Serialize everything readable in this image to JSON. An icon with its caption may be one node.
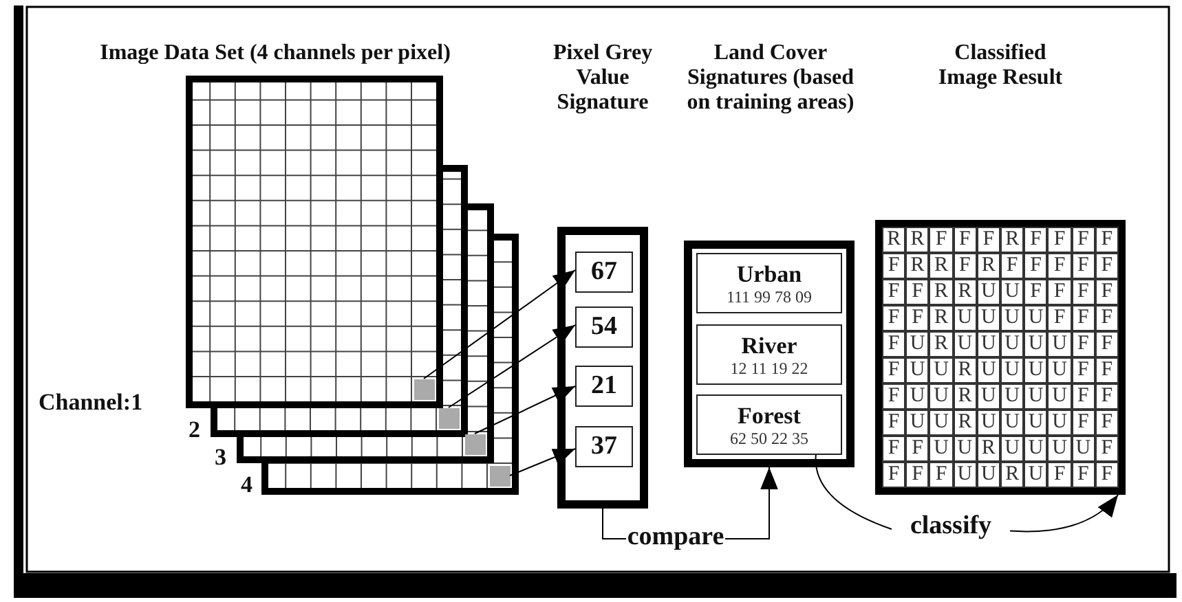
{
  "diagram": {
    "nodes": [
      {
        "text": [],
        "shape": "box"
      },
      {
        "text": [],
        "shape": "box"
      },
      {
        "text": [],
        "shape": "box"
      },
      {
        "text": [],
        "shape": "box"
      },
      {
        "text": [],
        "shape": "box"
      },
      {
        "text": [
          "67"
        ],
        "in": 4
      },
      {
        "text": [
          "54"
        ],
        "in": 4
      },
      {
        "text": [
          "21"
        ],
        "in": 4
      },
      {
        "text": [
          "37"
        ],
        "in": 4
      },
      {
        "text": [],
        "shape": "box"
      },
      {
        "text": [
          "Urban",
          "111 99 78 09"
        ],
        "in": 9
      },
      {
        "text": [
          "River",
          "12 11 19 22"
        ],
        "in": 9
      },
      {
        "text": [
          "Forest",
          "62 50 22 35"
        ],
        "in": 9
      },
      {
        "text": [],
        "shape": "box"
      },
      {
        "text": [
          "compare"
        ]
      },
      {
        "text": [
          "classify"
        ]
      }
    ],
    "edges": [
      {
        "from": 0,
        "to": 5,
        "arrow": "to"
      },
      {
        "from": 1,
        "to": 6,
        "arrow": "to"
      },
      {
        "from": 2,
        "to": 7,
        "arrow": "to"
      },
      {
        "from": 3,
        "to": 8,
        "arrow": "to"
      },
      {
        "from": 4,
        "to": 14,
        "arrow": "none"
      },
      {
        "from": 14,
        "to": 9,
        "arrow": "to"
      },
      {
        "from": 12,
        "to": 15,
        "arrow": "none"
      },
      {
        "from": 15,
        "to": 13,
        "arrow": "to"
      }
    ],
    "labels": [
      "Image Data Set (4 channels per pixel)",
      "Pixel Grey Value Signature",
      "Land Cover Signatures (based on training areas)",
      "Classified Image Result",
      "Channel:1",
      "2",
      "3",
      "4",
      "R",
      "R",
      "F",
      "F",
      "F",
      "R",
      "F",
      "F",
      "F",
      "F",
      "F",
      "R",
      "R",
      "F",
      "R",
      "F",
      "F",
      "F",
      "F",
      "F",
      "F",
      "F",
      "R",
      "R",
      "U",
      "U",
      "F",
      "F",
      "F",
      "F",
      "F",
      "F",
      "R",
      "U",
      "U",
      "U",
      "U",
      "F",
      "F",
      "F",
      "F",
      "U",
      "R",
      "U",
      "U",
      "U",
      "U",
      "U",
      "F",
      "F",
      "F",
      "U",
      "U",
      "R",
      "U",
      "U",
      "U",
      "U",
      "F",
      "F",
      "F",
      "U",
      "U",
      "R",
      "U",
      "U",
      "U",
      "U",
      "F",
      "F",
      "F",
      "U",
      "U",
      "R",
      "U",
      "U",
      "U",
      "U",
      "F",
      "F",
      "F",
      "F",
      "U",
      "U",
      "R",
      "U",
      "U",
      "U",
      "U",
      "F",
      "F",
      "F",
      "F",
      "U",
      "U",
      "R",
      "U",
      "F",
      "F",
      "F"
    ]
  }
}
